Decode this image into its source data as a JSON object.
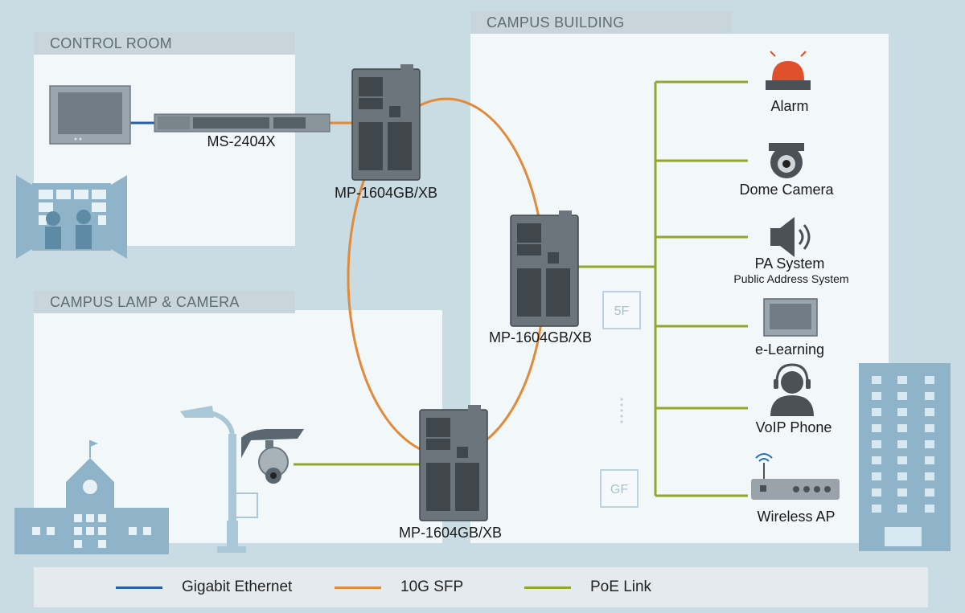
{
  "zones": {
    "control_room": "CONTROL ROOM",
    "campus_lamp": "CAMPUS LAMP & CAMERA",
    "campus_building": "CAMPUS BUILDING"
  },
  "devices": {
    "ms2404x": "MS-2404X",
    "switch_top": "MP-1604GB/XB",
    "switch_mid": "MP-1604GB/XB",
    "switch_bottom": "MP-1604GB/XB"
  },
  "endpoints": {
    "alarm": "Alarm",
    "dome_camera": "Dome Camera",
    "pa_system": "PA System",
    "pa_system_sub": "Public Address System",
    "elearning": "e-Learning",
    "voip_phone": "VoIP Phone",
    "wireless_ap": "Wireless AP"
  },
  "floors": {
    "fifth": "5F",
    "ground": "GF"
  },
  "legend": {
    "gigabit": "Gigabit Ethernet",
    "sfp": "10G SFP",
    "poe": "PoE Link"
  },
  "colors": {
    "gigabit": "#2a5fa8",
    "sfp": "#e08a3a",
    "poe": "#93a72a",
    "illustration": "#8fb4c9"
  }
}
